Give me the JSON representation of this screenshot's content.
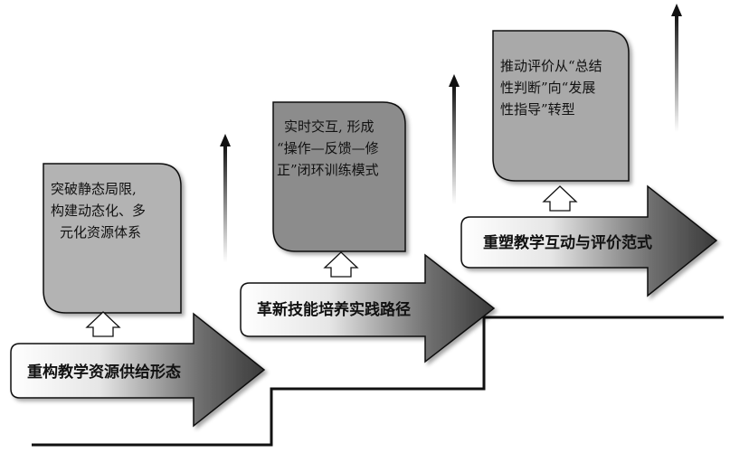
{
  "stages": [
    {
      "arrow_label": "重构教学资源供给形态",
      "box_lines": [
        "突破静态局限,",
        "构建动态化、多",
        "元化资源体系"
      ]
    },
    {
      "arrow_label": "革新技能培养实践路径",
      "box_lines": [
        "实时交互, 形成",
        "“操作—反馈—修",
        "正”闭环训练模式"
      ]
    },
    {
      "arrow_label": "重塑教学互动与评价范式",
      "box_lines": [
        "推动评价从“总结",
        "性判断”向“发展",
        "性指导”转型"
      ]
    }
  ],
  "colors": {
    "box_fill_1": "#b3b3b3",
    "box_fill_2": "#8c8c8c",
    "box_fill_3": "#a9a9a9",
    "stroke": "#111111"
  }
}
